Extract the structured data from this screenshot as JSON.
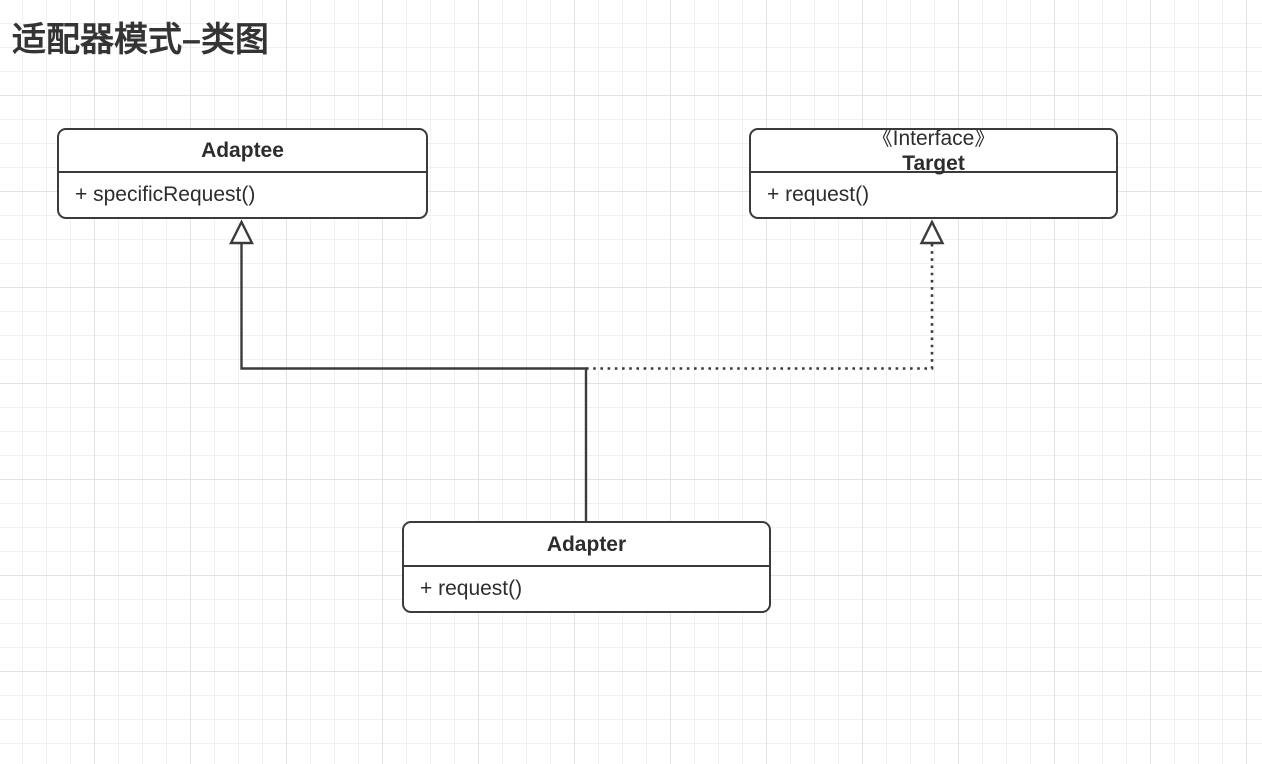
{
  "diagram": {
    "title": "适配器模式–类图",
    "background": "#ffffff",
    "grid_color_minor": "#f1f1f1",
    "grid_color_major": "#e3e3e3",
    "line_color": "#3b3b3b",
    "text_color": "#2d2d2d"
  },
  "classes": {
    "adaptee": {
      "name": "Adaptee",
      "stereotype": "",
      "members": [
        "+ specificRequest()"
      ]
    },
    "target": {
      "name": "Target",
      "stereotype": "《Interface》",
      "members": [
        "+ request()"
      ]
    },
    "adapter": {
      "name": "Adapter",
      "stereotype": "",
      "members": [
        "+ request()"
      ]
    }
  },
  "relationships": [
    {
      "id": "adapter-extends-adaptee",
      "from": "Adapter",
      "to": "Adaptee",
      "type": "generalization",
      "line_style": "solid",
      "arrow": "hollow-triangle"
    },
    {
      "id": "adapter-implements-target",
      "from": "Adapter",
      "to": "Target",
      "type": "realization",
      "line_style": "dotted",
      "arrow": "hollow-triangle"
    }
  ]
}
